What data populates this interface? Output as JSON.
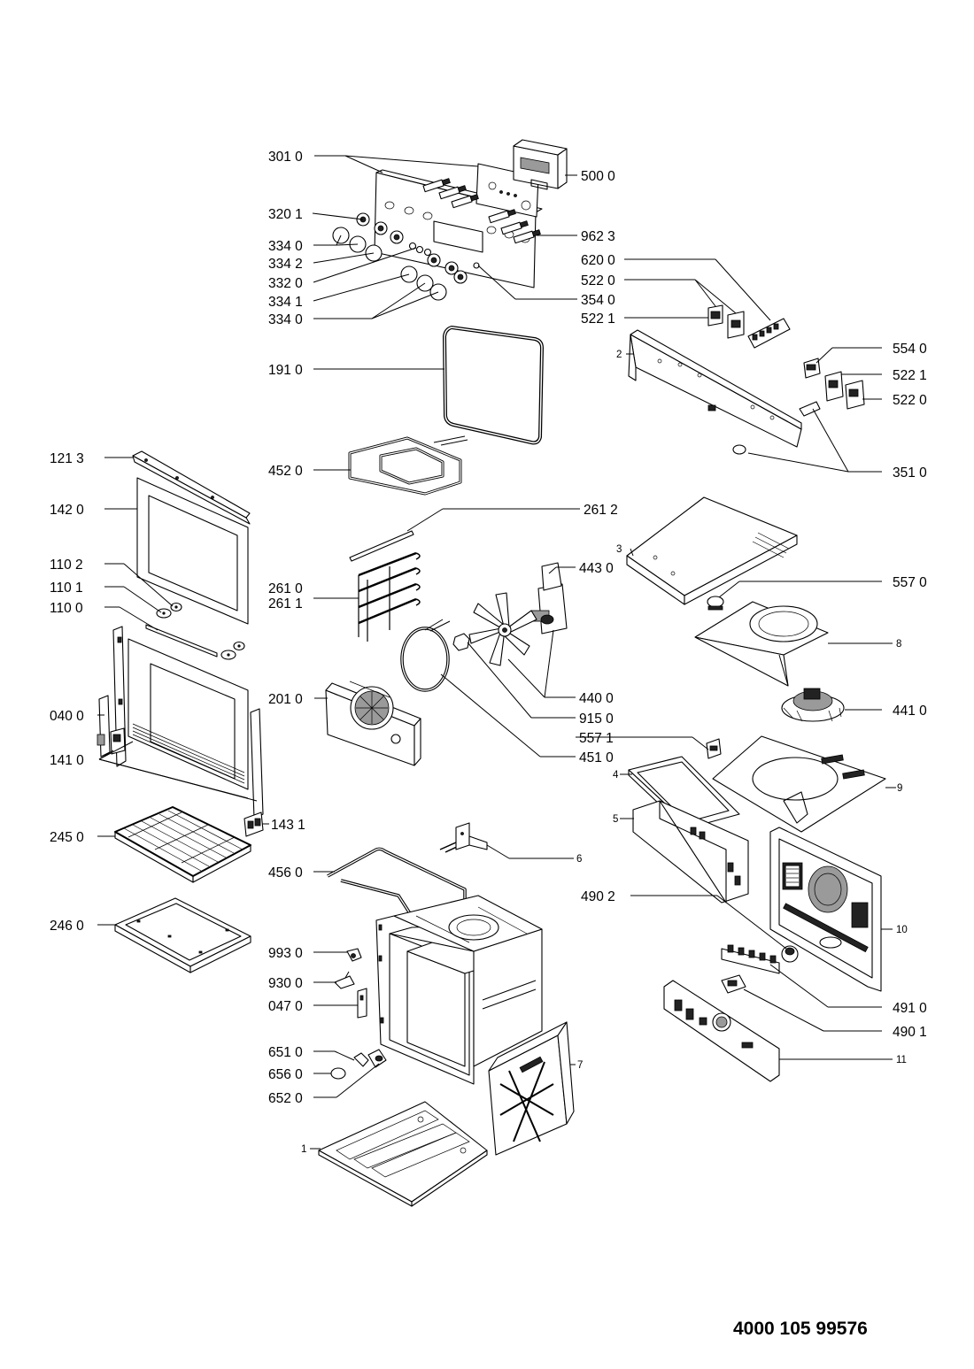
{
  "document_number": "4000 105 99576",
  "labels": {
    "p3010": "301 0",
    "p5000": "500 0",
    "p3201": "320 1",
    "p9623": "962 3",
    "p3340a": "334 0",
    "p3342": "334 2",
    "p3320": "332 0",
    "p3341": "334 1",
    "p3540": "354 0",
    "p3340b": "334 0",
    "p6200": "620 0",
    "p5220a": "522 0",
    "p5221a": "522 1",
    "p2": "2",
    "p5540": "554 0",
    "p5221b": "522 1",
    "p5220b": "522 0",
    "p1910": "191 0",
    "p1213": "121 3",
    "p4520": "452 0",
    "p3510": "351 0",
    "p1420": "142 0",
    "p2612": "261 2",
    "p3": "3",
    "p1102": "110 2",
    "p4430": "443 0",
    "p5570": "557 0",
    "p1101": "110 1",
    "p2610": "261 0",
    "p2611": "261 1",
    "p1100": "110 0",
    "p8": "8",
    "p2010": "201 0",
    "p4400": "440 0",
    "p0400": "040 0",
    "p9150": "915 0",
    "p4410": "441 0",
    "p5571": "557 1",
    "p1410": "141 0",
    "p4510": "451 0",
    "p4": "4",
    "p9": "9",
    "p5": "5",
    "p1431": "143 1",
    "p2450": "245 0",
    "p6": "6",
    "p4560": "456 0",
    "p4902": "490 2",
    "p2460": "246 0",
    "p10": "10",
    "p9930": "993 0",
    "p9300": "930 0",
    "p4910": "491 0",
    "p0470": "047 0",
    "p4901": "490 1",
    "p6510": "651 0",
    "p7": "7",
    "p11": "11",
    "p6560": "656 0",
    "p6520": "652 0",
    "p1": "1"
  }
}
